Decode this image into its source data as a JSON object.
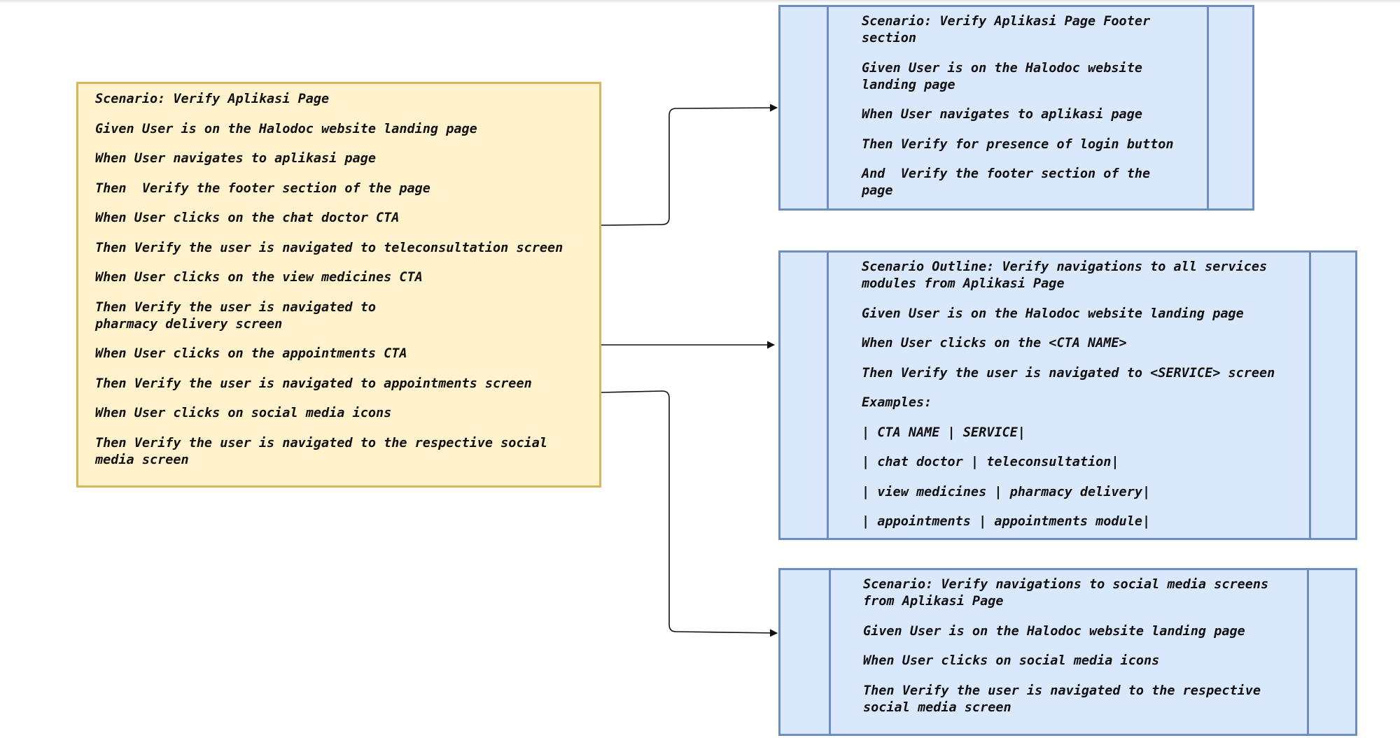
{
  "main_scenario": {
    "lines": [
      "Scenario: Verify Aplikasi Page",
      "Given User is on the Halodoc website landing page",
      "When User navigates to aplikasi page",
      "Then  Verify the footer section of the page",
      "When User clicks on the chat doctor CTA",
      "Then Verify the user is navigated to teleconsultation screen",
      "When User clicks on the view medicines CTA",
      "Then Verify the user is navigated to\npharmacy delivery screen",
      "When User clicks on the appointments CTA",
      "Then Verify the user is navigated to appointments screen",
      "When User clicks on social media icons",
      "Then Verify the user is navigated to the respective social\nmedia screen"
    ]
  },
  "footer_scenario": {
    "lines": [
      "Scenario: Verify Aplikasi Page Footer\nsection",
      "Given User is on the Halodoc website\nlanding page",
      "When User navigates to aplikasi page",
      "Then Verify for presence of login button",
      "And  Verify the footer section of the\npage"
    ]
  },
  "services_outline": {
    "lines": [
      "Scenario Outline: Verify navigations to all services\nmodules from Aplikasi Page",
      "Given User is on the Halodoc website landing page",
      "When User clicks on the <CTA NAME>",
      "Then Verify the user is navigated to <SERVICE> screen",
      "Examples:",
      "| CTA NAME | SERVICE|",
      "| chat doctor | teleconsultation|",
      "| view medicines | pharmacy delivery|",
      "| appointments | appointments module|"
    ]
  },
  "social_scenario": {
    "lines": [
      "Scenario: Verify navigations to social media screens\nfrom Aplikasi Page",
      "Given User is on the Halodoc website landing page",
      "When User clicks on social media icons",
      "Then Verify the user is navigated to the respective\nsocial media screen"
    ]
  },
  "colors": {
    "main_fill": "#fff2cc",
    "main_stroke": "#d6b656",
    "process_fill": "#dae8fc",
    "process_stroke": "#6c8ebf",
    "connector": "#111111"
  }
}
